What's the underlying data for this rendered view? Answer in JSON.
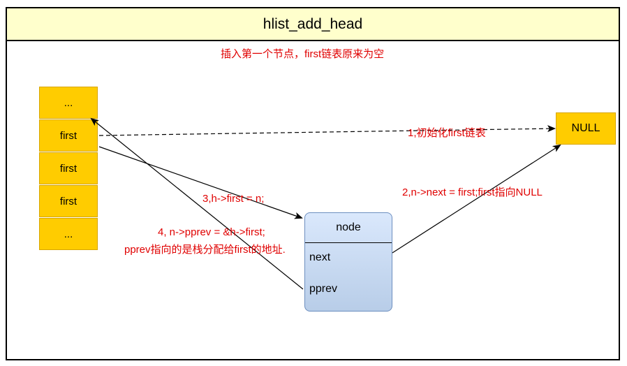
{
  "title": "hlist_add_head",
  "subtitle": "插入第一个节点，first链表原来为空",
  "list_cells": [
    "...",
    "first",
    "first",
    "first",
    "..."
  ],
  "null_label": "NULL",
  "node": {
    "header": "node",
    "fields": [
      "next",
      "pprev"
    ]
  },
  "annotations": {
    "step1": "1,初始化first链表",
    "step2": "2,n->next = first;first指向NULL",
    "step3": "3,h->first = n;",
    "step4_line1": "4, n->pprev = &h->first;",
    "step4_line2": "pprev指向的是栈分配给first的地址."
  },
  "colors": {
    "cell_fill": "#ffcc00",
    "title_fill": "#ffffcc",
    "annotation": "#e00000",
    "node_fill": "#dae8fc"
  }
}
